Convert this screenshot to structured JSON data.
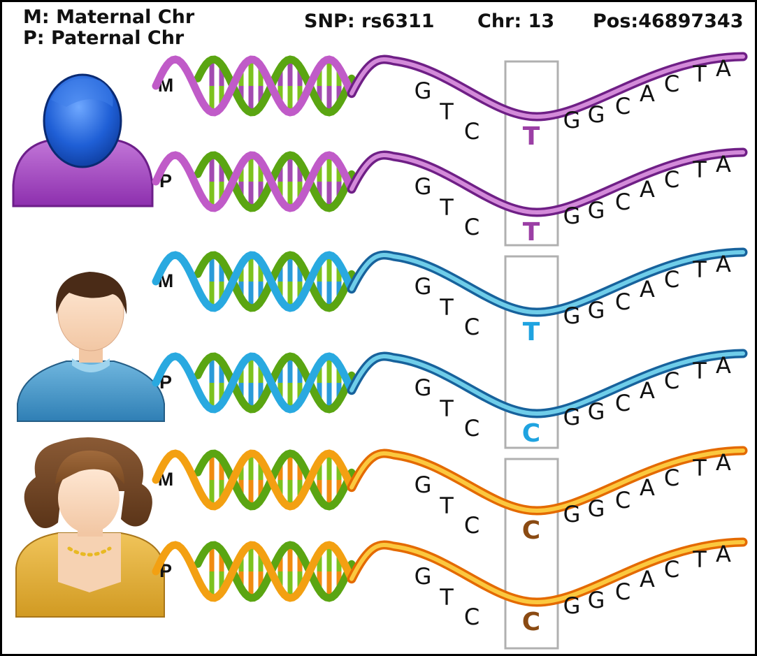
{
  "legend": {
    "maternal": "M: Maternal Chr",
    "paternal": "P: Paternal Chr"
  },
  "header": {
    "snp": "SNP: rs6311",
    "chr": "Chr: 13",
    "pos": "Pos:46897343"
  },
  "sequence_left": [
    "G",
    "T",
    "C"
  ],
  "sequence_right": [
    "G",
    "G",
    "C",
    "A",
    "C",
    "T",
    "A"
  ],
  "people": [
    {
      "icon": "person-blue-icon",
      "colors": {
        "light": "#e59ee8",
        "mid": "#c05bc8",
        "dark": "#6f1f86",
        "rung": "#a24bb0",
        "letter": "#9b3fa5"
      },
      "strands": [
        {
          "label": "M",
          "snp_base": "T"
        },
        {
          "label": "P",
          "snp_base": "T"
        }
      ]
    },
    {
      "icon": "person-man-icon",
      "colors": {
        "light": "#7fe1f7",
        "mid": "#29a9e0",
        "dark": "#17629c",
        "rung": "#2a9bd8",
        "letter": "#1fa3e0"
      },
      "strands": [
        {
          "label": "M",
          "snp_base": "T"
        },
        {
          "label": "P",
          "snp_base": "C"
        }
      ]
    },
    {
      "icon": "person-woman-icon",
      "colors": {
        "light": "#ffd84a",
        "mid": "#f3a012",
        "dark": "#e46a00",
        "rung": "#f08b10",
        "letter": "#8a4a12"
      },
      "strands": [
        {
          "label": "M",
          "snp_base": "C"
        },
        {
          "label": "P",
          "snp_base": "C"
        }
      ]
    }
  ]
}
